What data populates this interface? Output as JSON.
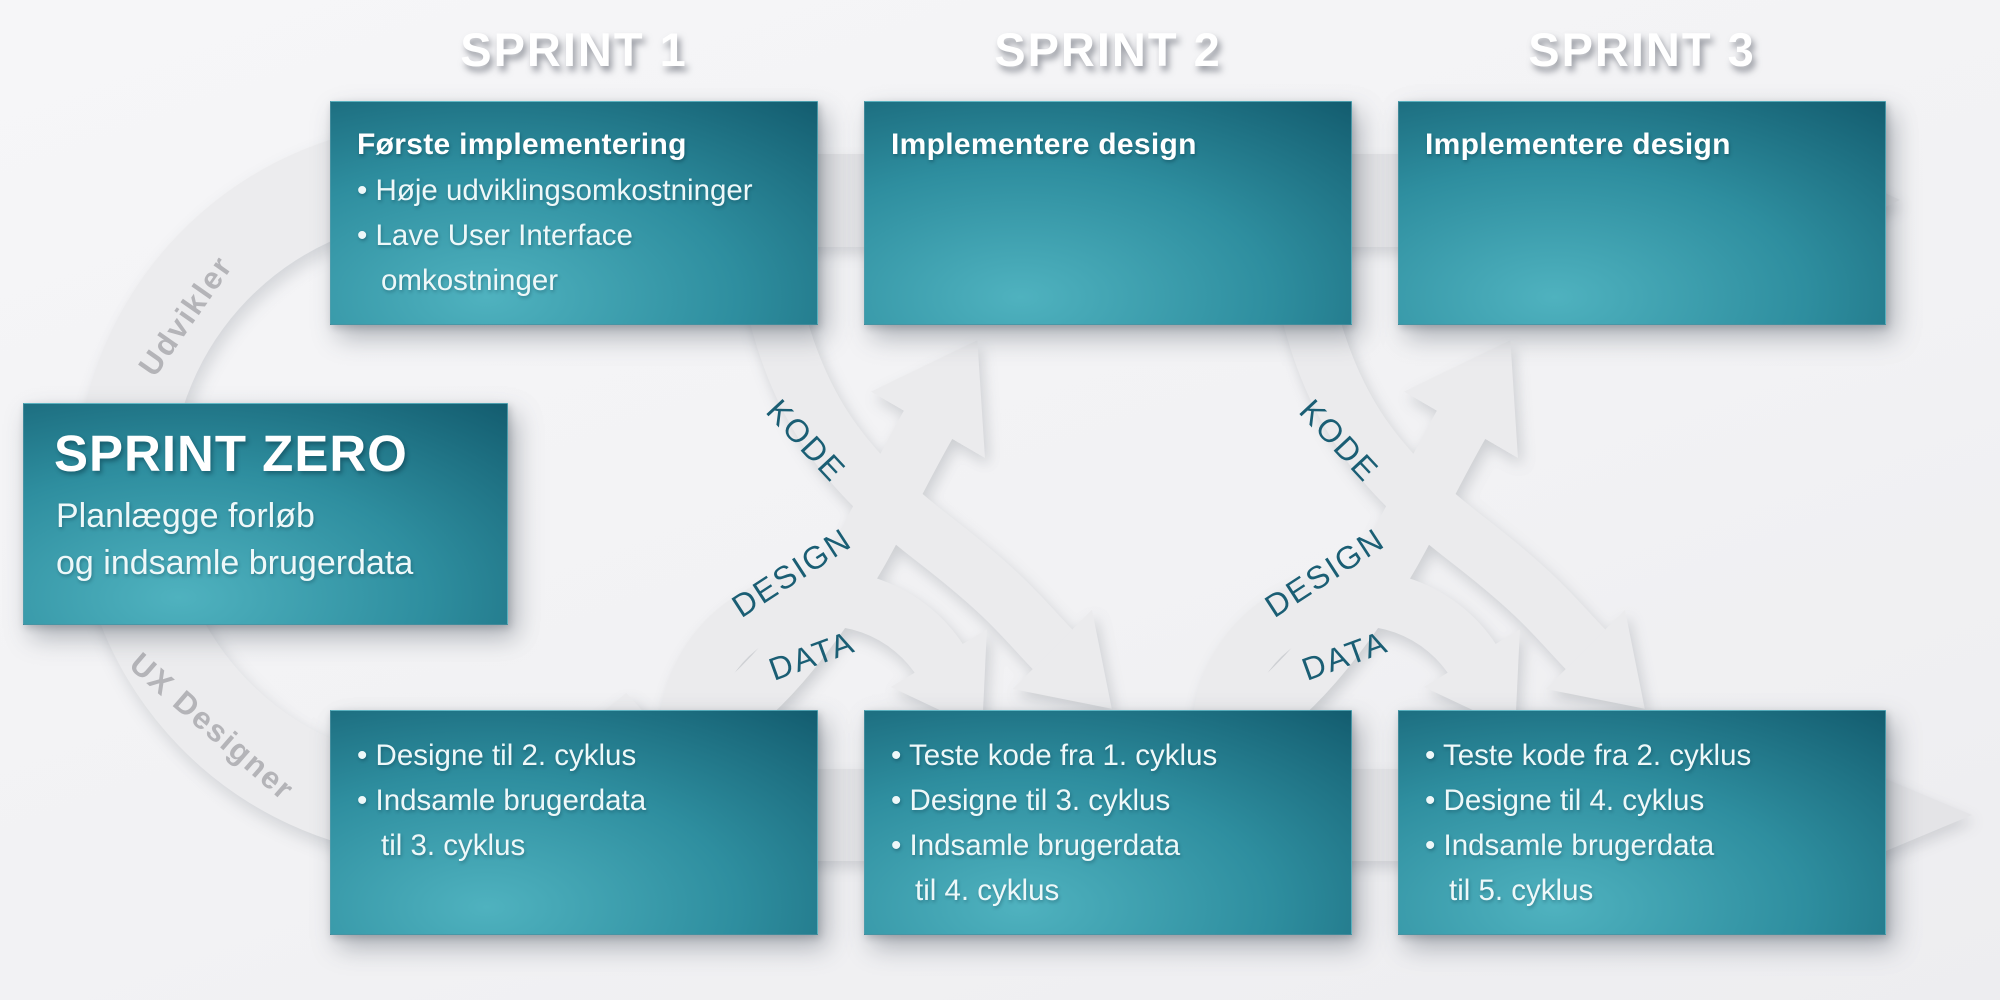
{
  "headers": {
    "sprint1": "SPRINT 1",
    "sprint2": "SPRINT 2",
    "sprint3": "SPRINT 3"
  },
  "roles": {
    "developer": "Udvikler",
    "ux_designer": "UX Designer"
  },
  "sprint_zero": {
    "title": "SPRINT ZERO",
    "line1": "Planlægge forløb",
    "line2": "og indsamle brugerdata"
  },
  "top_row": [
    {
      "title": "Første implementering",
      "lines": [
        "• Høje udviklingsomkostninger",
        "• Lave User Interface",
        "omkostninger"
      ]
    },
    {
      "title": "Implementere design"
    },
    {
      "title": "Implementere design"
    }
  ],
  "bottom_row": [
    {
      "lines": [
        "• Designe til 2. cyklus",
        "• Indsamle brugerdata",
        "til 3. cyklus"
      ]
    },
    {
      "lines": [
        "• Teste kode fra 1. cyklus",
        "• Designe til 3. cyklus",
        "• Indsamle brugerdata",
        "til 4. cyklus"
      ]
    },
    {
      "lines": [
        "• Teste kode fra 2. cyklus",
        "• Designe til 4. cyklus",
        "• Indsamle brugerdata",
        "til 5. cyklus"
      ]
    }
  ],
  "flow_labels": {
    "kode": "KODE",
    "design": "DESIGN",
    "data": "DATA"
  },
  "colors": {
    "background": "#f2f2f4",
    "band_gray": "#e4e4e7",
    "ring_gray": "#ececee",
    "ribbon_gray": "#ebebed",
    "box_dark_teal": "#0d5164",
    "box_mid_teal": "#2e8e9f",
    "box_light_teal": "#4fb2bf",
    "flow_label_teal": "#1a5e74",
    "curve_label_gray": "#b4b4b8",
    "text_white": "#ffffff"
  }
}
